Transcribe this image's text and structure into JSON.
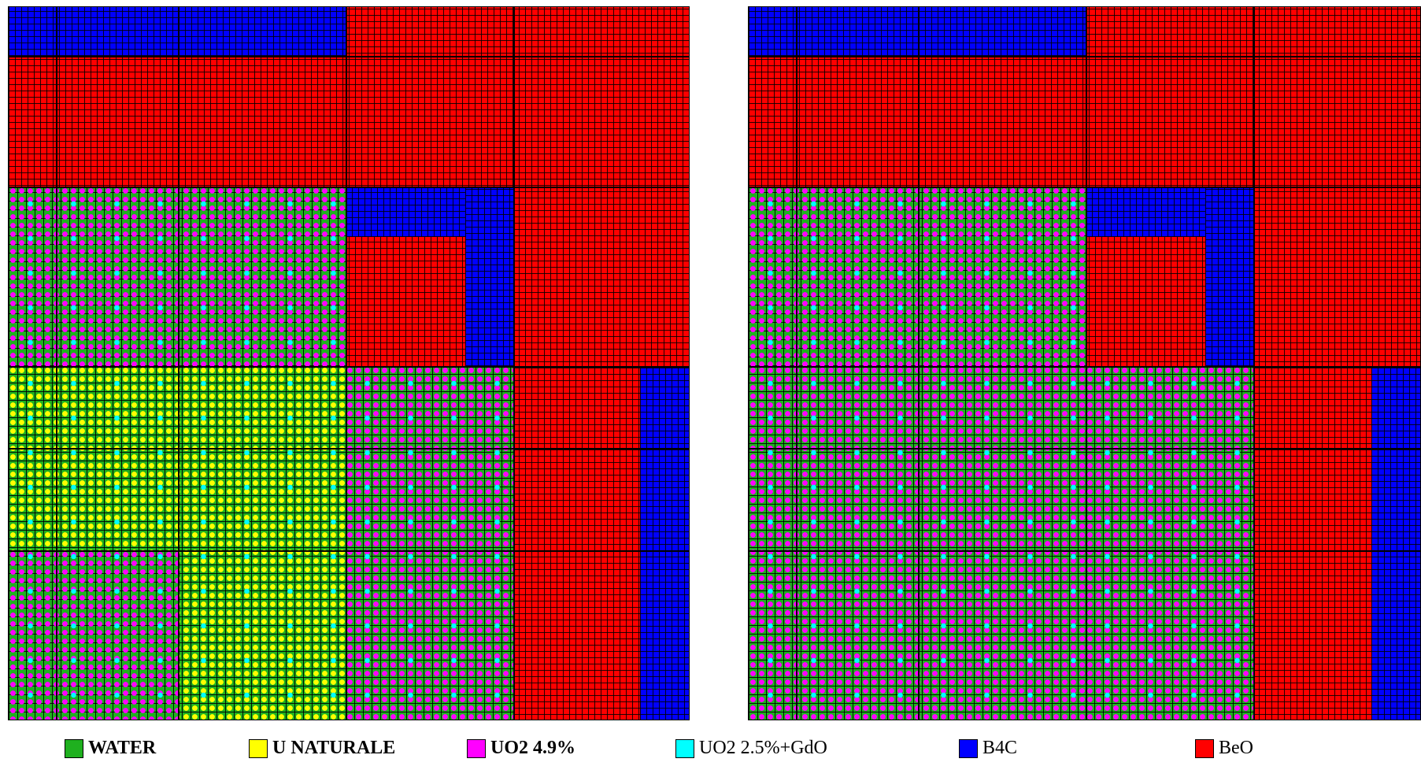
{
  "colors": {
    "water": "#1fb01f",
    "u_naturale": "#ffff00",
    "uo2_49": "#ff00ff",
    "uo2_gdo": "#00ffff",
    "b4c": "#0000ff",
    "beo": "#ff0000",
    "mesh": "#000000"
  },
  "legend": [
    {
      "key": "water",
      "label": "WATER"
    },
    {
      "key": "u_naturale",
      "label": "U NATURALE"
    },
    {
      "key": "uo2_49",
      "label": "UO2 4.9%"
    },
    {
      "key": "uo2_gdo",
      "label": "UO2 2.5%+GdO"
    },
    {
      "key": "b4c",
      "label": "B4C"
    },
    {
      "key": "beo",
      "label": "BeO"
    }
  ]
}
